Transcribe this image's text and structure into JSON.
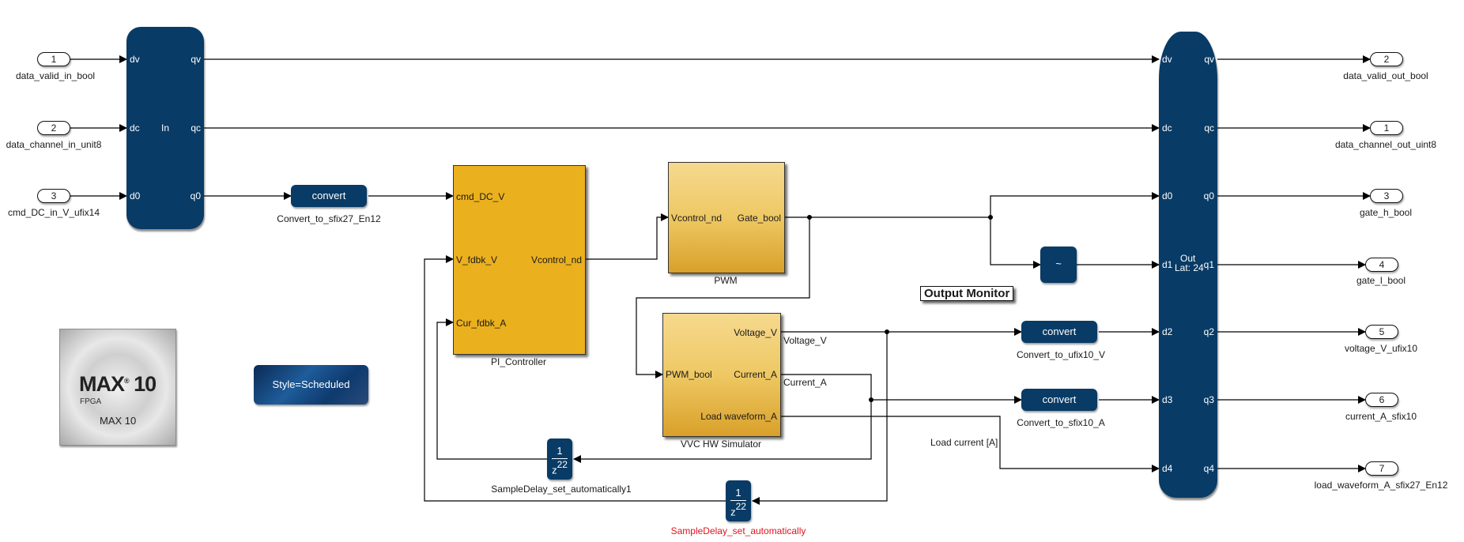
{
  "diagram": {
    "inports": [
      {
        "number": "1",
        "name": "data_valid_in_bool"
      },
      {
        "number": "2",
        "name": "data_channel_in_unit8"
      },
      {
        "number": "3",
        "name": "cmd_DC_in_V_ufix14"
      }
    ],
    "outports": [
      {
        "number": "2",
        "name": "data_valid_out_bool"
      },
      {
        "number": "1",
        "name": "data_channel_out_uint8"
      },
      {
        "number": "3",
        "name": "gate_h_bool"
      },
      {
        "number": "4",
        "name": "gate_l_bool"
      },
      {
        "number": "5",
        "name": "voltage_V_ufix10"
      },
      {
        "number": "6",
        "name": "current_A_sfix10"
      },
      {
        "number": "7",
        "name": "load_waveform_A_sfix27_En12"
      }
    ],
    "in_block": {
      "title": "In",
      "inputs": [
        "dv",
        "dc",
        "d0"
      ],
      "outputs": [
        "qv",
        "qc",
        "q0"
      ]
    },
    "out_block": {
      "title": "Out",
      "latency": "Lat: 24",
      "inputs": [
        "dv",
        "dc",
        "d0",
        "d1",
        "d2",
        "d3",
        "d4"
      ],
      "outputs": [
        "qv",
        "qc",
        "q0",
        "q1",
        "q2",
        "q3",
        "q4"
      ]
    },
    "convert_blocks": [
      {
        "label": "convert",
        "name": "Convert_to_sfix27_En12"
      },
      {
        "label": "convert",
        "name": "Convert_to_ufix10_V"
      },
      {
        "label": "convert",
        "name": "Convert_to_sfix10_A"
      }
    ],
    "not_block": {
      "symbol": "~"
    },
    "pi_controller": {
      "name": "PI_Controller",
      "inputs": [
        "cmd_DC_V",
        "V_fdbk_V",
        "Cur_fdbk_A"
      ],
      "outputs": [
        "Vcontrol_nd"
      ]
    },
    "pwm": {
      "name": "PWM",
      "inputs": [
        "Vcontrol_nd"
      ],
      "outputs": [
        "Gate_bool"
      ]
    },
    "simulator": {
      "name": "VVC HW Simulator",
      "inputs": [
        "PWM_bool"
      ],
      "outputs": [
        "Voltage_V",
        "Current_A",
        "Load waveform_A"
      ]
    },
    "signal_labels": {
      "voltage": "Voltage_V",
      "current": "Current_A",
      "load": "Load current [A]"
    },
    "delays": [
      {
        "numerator": "1",
        "denominator": "z",
        "exponent": "22",
        "name": "SampleDelay_set_automatically1",
        "highlight": false
      },
      {
        "numerator": "1",
        "denominator": "z",
        "exponent": "22",
        "name": "SampleDelay_set_automatically",
        "highlight": true
      }
    ],
    "annotations": {
      "output_monitor": "Output Monitor",
      "style": "Style=Scheduled"
    },
    "device": {
      "logo_text": "MAX",
      "logo_reg": "®",
      "logo_num": "10",
      "logo_sub": "FPGA",
      "name": "MAX 10"
    },
    "colors": {
      "hdl_block": "#083b66",
      "pi_block": "#ebb01e",
      "highlight_label": "#e0141c"
    }
  }
}
